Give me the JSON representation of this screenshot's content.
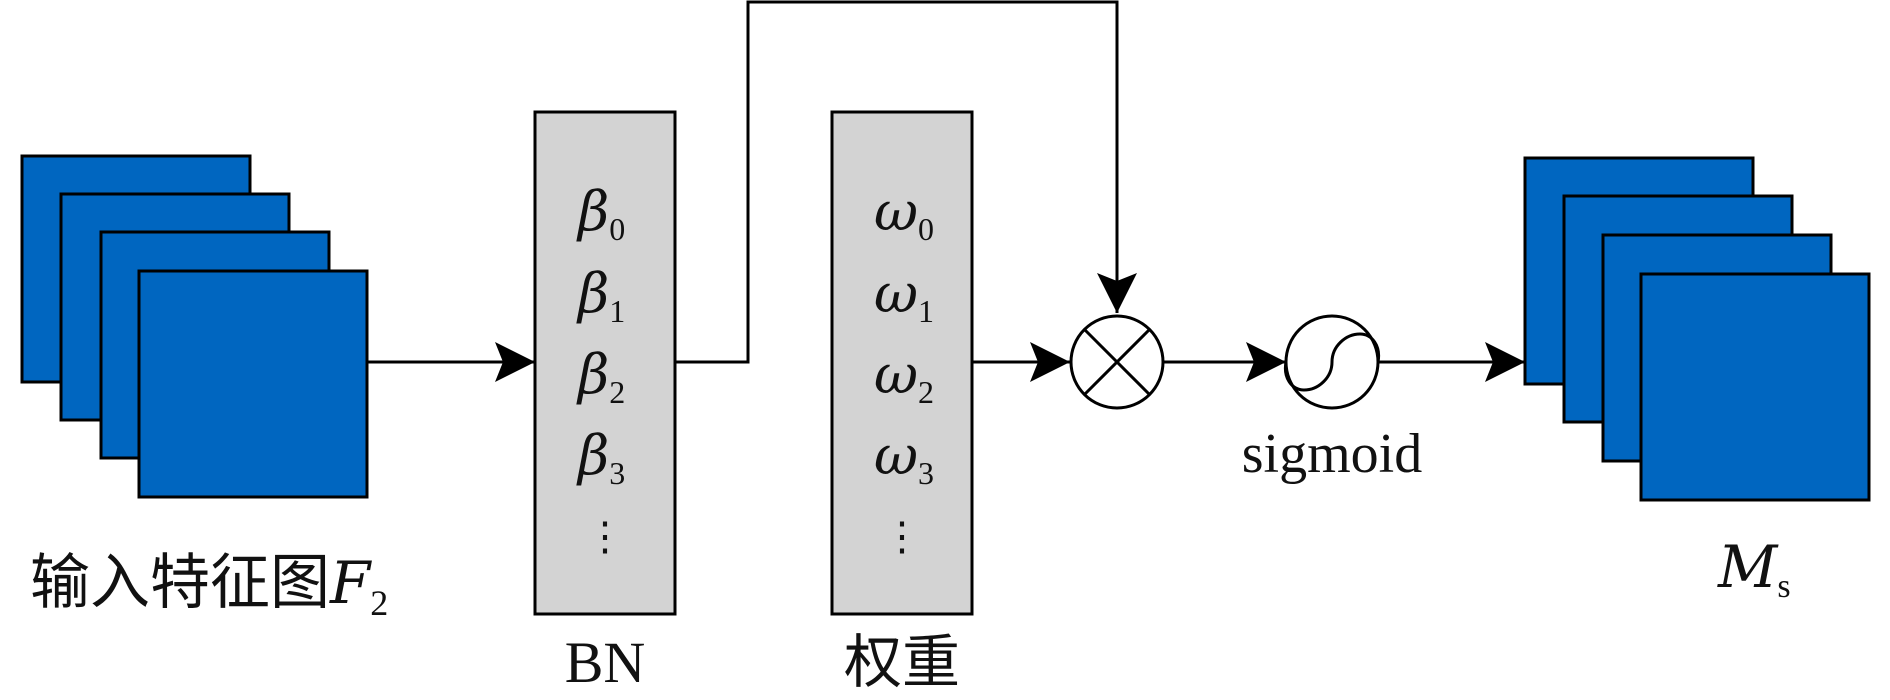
{
  "input": {
    "label_cn": "输入特征图",
    "label_var": "F",
    "label_sub": "2",
    "color": "#0066c0"
  },
  "bn": {
    "items": [
      {
        "sym": "β",
        "sub": "0"
      },
      {
        "sym": "β",
        "sub": "1"
      },
      {
        "sym": "β",
        "sub": "2"
      },
      {
        "sym": "β",
        "sub": "3"
      }
    ],
    "ellipsis": "⋮",
    "label": "BN",
    "fill": "#d3d3d3"
  },
  "weight": {
    "items": [
      {
        "sym": "ω",
        "sub": "0"
      },
      {
        "sym": "ω",
        "sub": "1"
      },
      {
        "sym": "ω",
        "sub": "2"
      },
      {
        "sym": "ω",
        "sub": "3"
      }
    ],
    "ellipsis": "⋮",
    "label": "权重",
    "fill": "#d3d3d3"
  },
  "multiply": {
    "icon": "multiply-icon"
  },
  "sigmoid": {
    "label": "sigmoid",
    "icon": "sigmoid-icon"
  },
  "output": {
    "label_var": "M",
    "label_sub": "s",
    "color": "#0066c0"
  }
}
